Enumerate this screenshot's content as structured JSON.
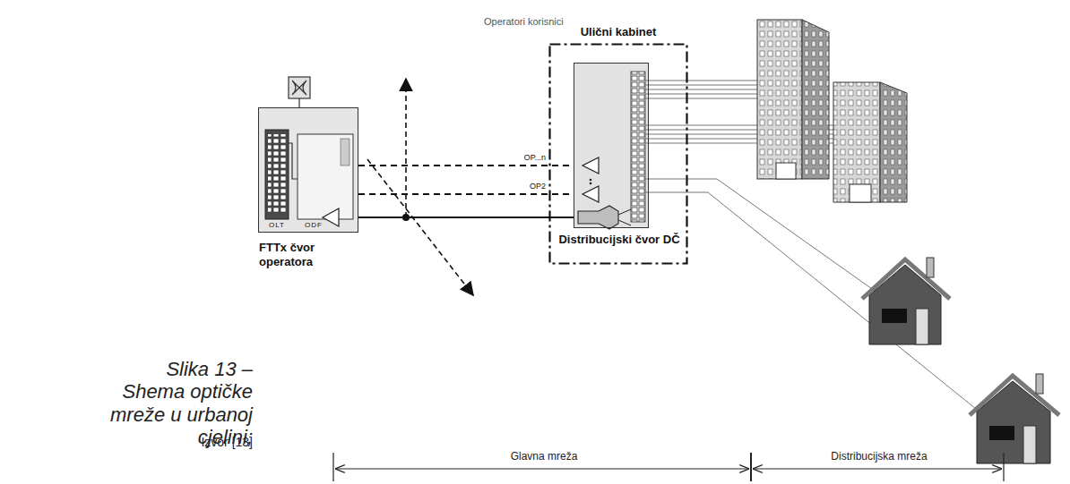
{
  "diagram": {
    "caption": "Slika 13 – Shema optičke mreže u urbanoj cjelini;",
    "nodes": [
      {
        "text": [
          "FTTx čvor operatora"
        ]
      },
      {
        "text": [
          "Ulični kabinet"
        ]
      },
      {
        "text": [
          "Distribucijski čvor DČ"
        ],
        "in": 1
      }
    ],
    "edges": [
      {
        "from": 0,
        "to": 2,
        "arrow": "none",
        "label": "OP...n"
      },
      {
        "from": 0,
        "to": 2,
        "arrow": "none",
        "label": "OP2"
      },
      {
        "from": 0,
        "to": 2,
        "arrow": "none"
      }
    ],
    "labels": [
      "Operatori korisnici",
      "OLT",
      "ODF",
      "Glavna mreža",
      "Distribucijska mreža",
      "Izvor [13]"
    ]
  }
}
